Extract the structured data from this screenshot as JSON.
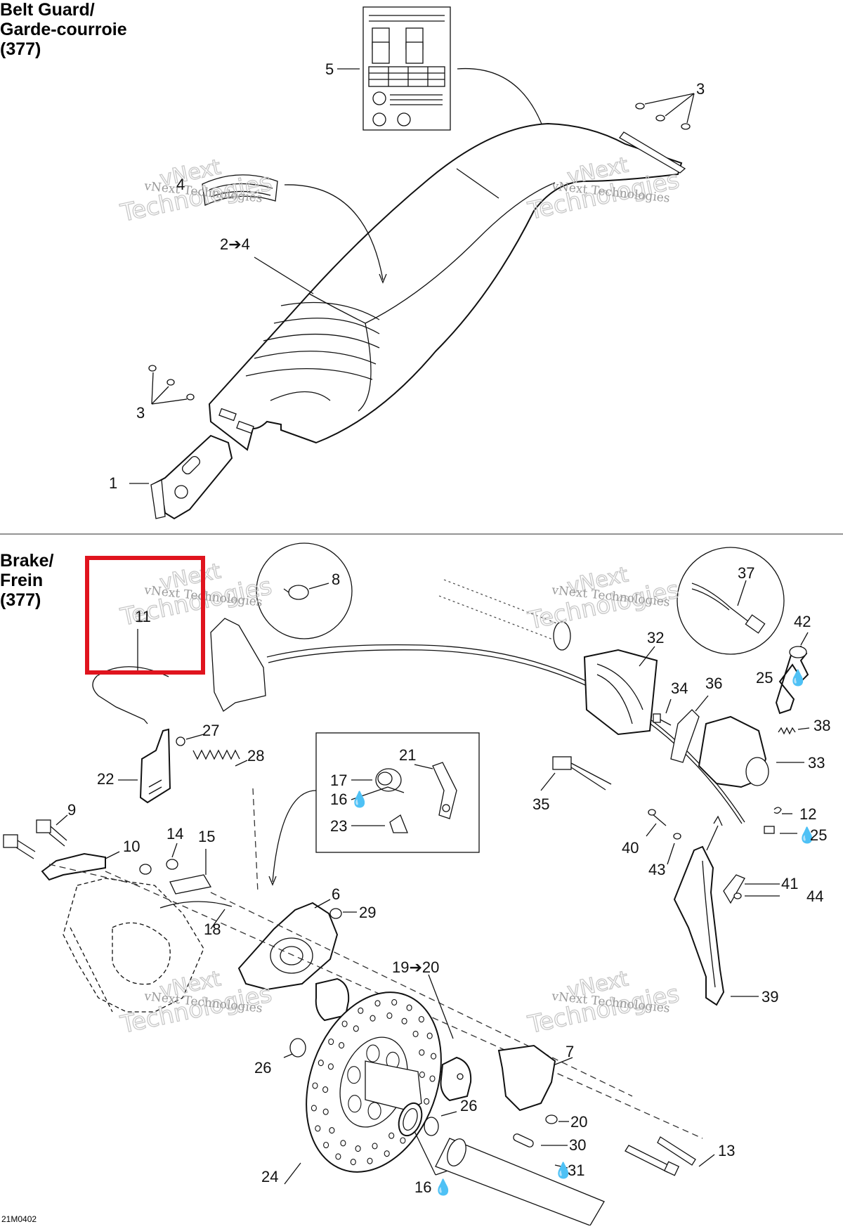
{
  "sections": {
    "belt_guard": {
      "title_lines": [
        "Belt Guard/",
        "Garde-courroie",
        "(377)"
      ]
    },
    "brake": {
      "title_lines": [
        "Brake/",
        "Frein",
        "(377)"
      ]
    }
  },
  "callouts": {
    "c5": "5",
    "c3a": "3",
    "c4": "4",
    "c2to4": "2➔4",
    "c3b": "3",
    "c1": "1",
    "c8": "8",
    "c37": "37",
    "c42": "42",
    "c11": "11",
    "c32": "32",
    "c34": "34",
    "c36": "36",
    "c25a": "25",
    "c38": "38",
    "c27": "27",
    "c28": "28",
    "c22": "22",
    "c21": "21",
    "c17": "17",
    "c16a": "16",
    "c23": "23",
    "c33": "33",
    "c35": "35",
    "c12": "12",
    "c25b": "25",
    "c9": "9",
    "c10": "10",
    "c14": "14",
    "c15": "15",
    "c40": "40",
    "c43": "43",
    "c41": "41",
    "c44": "44",
    "c6": "6",
    "c29": "29",
    "c18": "18",
    "c19to20": "19➔20",
    "c39": "39",
    "c26a": "26",
    "c7": "7",
    "c26b": "26",
    "c20": "20",
    "c30": "30",
    "c13": "13",
    "c31": "31",
    "c24": "24",
    "c16b": "16"
  },
  "watermark": {
    "line1": "vNext Technologies",
    "line2": "Technologies",
    "line3": "vNext"
  },
  "figure_code": "21M0402",
  "highlight_color": "#e0141e"
}
